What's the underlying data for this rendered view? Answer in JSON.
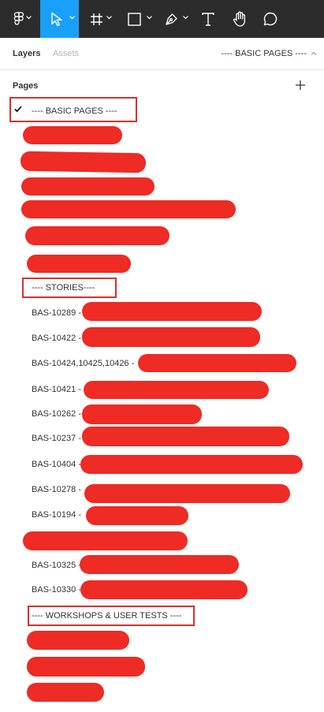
{
  "toolbar": {
    "tools": [
      {
        "icon": "figma-logo-icon",
        "has_menu": true,
        "active": false
      },
      {
        "icon": "move-pointer-icon",
        "has_menu": true,
        "active": true
      },
      {
        "icon": "frame-icon",
        "has_menu": true,
        "active": false
      },
      {
        "icon": "rectangle-icon",
        "has_menu": true,
        "active": false
      },
      {
        "icon": "pen-icon",
        "has_menu": true,
        "active": false
      },
      {
        "icon": "text-icon",
        "has_menu": false,
        "active": false
      },
      {
        "icon": "hand-icon",
        "has_menu": false,
        "active": false
      },
      {
        "icon": "comment-icon",
        "has_menu": false,
        "active": false
      }
    ],
    "active_color": "#18a0fb",
    "background_color": "#2c2c2c"
  },
  "tabs": {
    "layers": "Layers",
    "assets": "Assets",
    "current_page": "---- BASIC PAGES ----"
  },
  "pages": {
    "title": "Pages",
    "basic_pages_header": "---- BASIC PAGES ----",
    "stories_header": "---- STORIES----",
    "workshops_header": "---- WORKSHOPS & USER TESTS ----",
    "stories": [
      {
        "label": "BAS-10289 -"
      },
      {
        "label": "BAS-10422 -"
      },
      {
        "label": "BAS-10424,10425,10426 -"
      },
      {
        "label": "BAS-10421 -"
      },
      {
        "label": "BAS-10262 -"
      },
      {
        "label": "BAS-10237 -"
      },
      {
        "label": "BAS-10404 -"
      },
      {
        "label": "BAS-10278 -"
      },
      {
        "label": "BAS-10194 -"
      },
      {
        "label": ""
      },
      {
        "label": "BAS-10325 -"
      },
      {
        "label": "BAS-10330 -"
      }
    ],
    "highlight_color": "#d9302c",
    "redaction_color": "#ee2b24"
  }
}
